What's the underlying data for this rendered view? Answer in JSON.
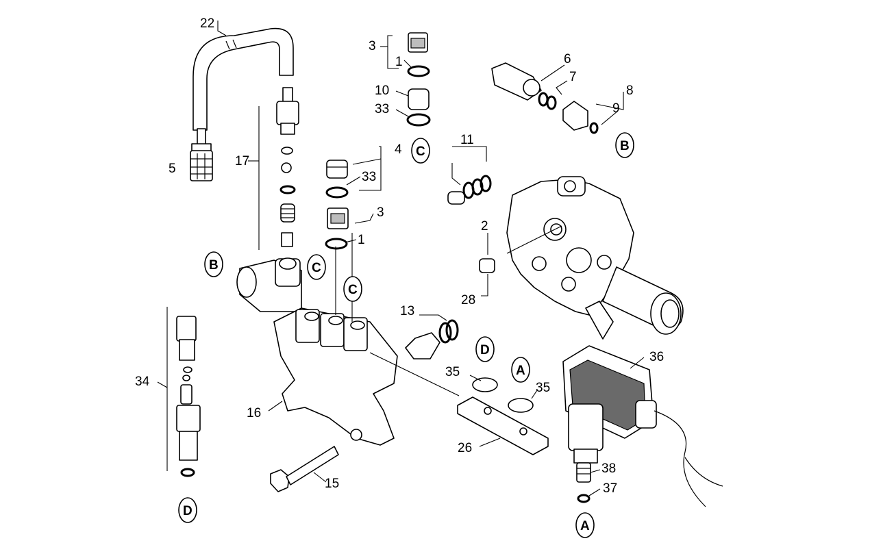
{
  "diagram": {
    "part_numbers": [
      "22",
      "3",
      "1",
      "6",
      "7",
      "8",
      "9",
      "10",
      "33",
      "5",
      "17",
      "4",
      "33",
      "11",
      "3",
      "1",
      "2",
      "28",
      "13",
      "34",
      "16",
      "35",
      "35",
      "36",
      "26",
      "38",
      "15",
      "37"
    ],
    "reference_markers": [
      "C",
      "B",
      "B",
      "C",
      "C",
      "D",
      "A",
      "D",
      "A"
    ]
  }
}
